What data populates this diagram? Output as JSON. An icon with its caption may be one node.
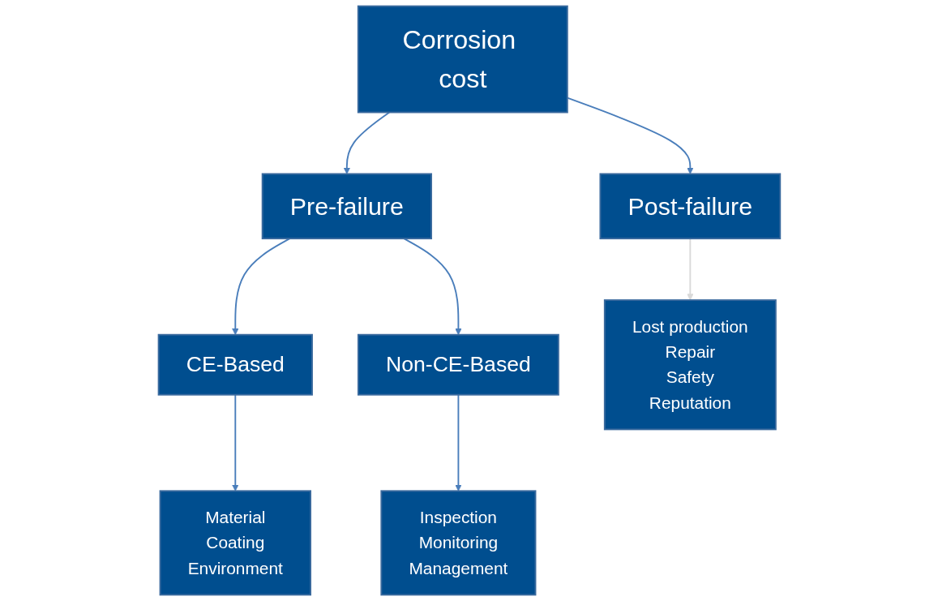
{
  "diagram": {
    "nodes": [
      {
        "text": [
          "Corrosion cost"
        ]
      },
      {
        "text": [
          "Pre-failure"
        ]
      },
      {
        "text": [
          "Post-failure"
        ]
      },
      {
        "text": [
          "CE-Based"
        ]
      },
      {
        "text": [
          "Non-CE-Based"
        ]
      },
      {
        "text": [
          "Material",
          "Coating",
          "Environment"
        ]
      },
      {
        "text": [
          "Inspection",
          "Monitoring",
          "Management"
        ]
      },
      {
        "text": [
          "Lost production",
          "Repair",
          "Safety",
          "Reputation"
        ]
      }
    ],
    "edges": [
      {
        "from": 0,
        "to": 1,
        "arrow": "to"
      },
      {
        "from": 0,
        "to": 2,
        "arrow": "to"
      },
      {
        "from": 1,
        "to": 3,
        "arrow": "to"
      },
      {
        "from": 1,
        "to": 4,
        "arrow": "to"
      },
      {
        "from": 3,
        "to": 5,
        "arrow": "to"
      },
      {
        "from": 4,
        "to": 6,
        "arrow": "to"
      },
      {
        "from": 2,
        "to": 7,
        "arrow": "to",
        "color": "#d9d9d9"
      }
    ]
  }
}
